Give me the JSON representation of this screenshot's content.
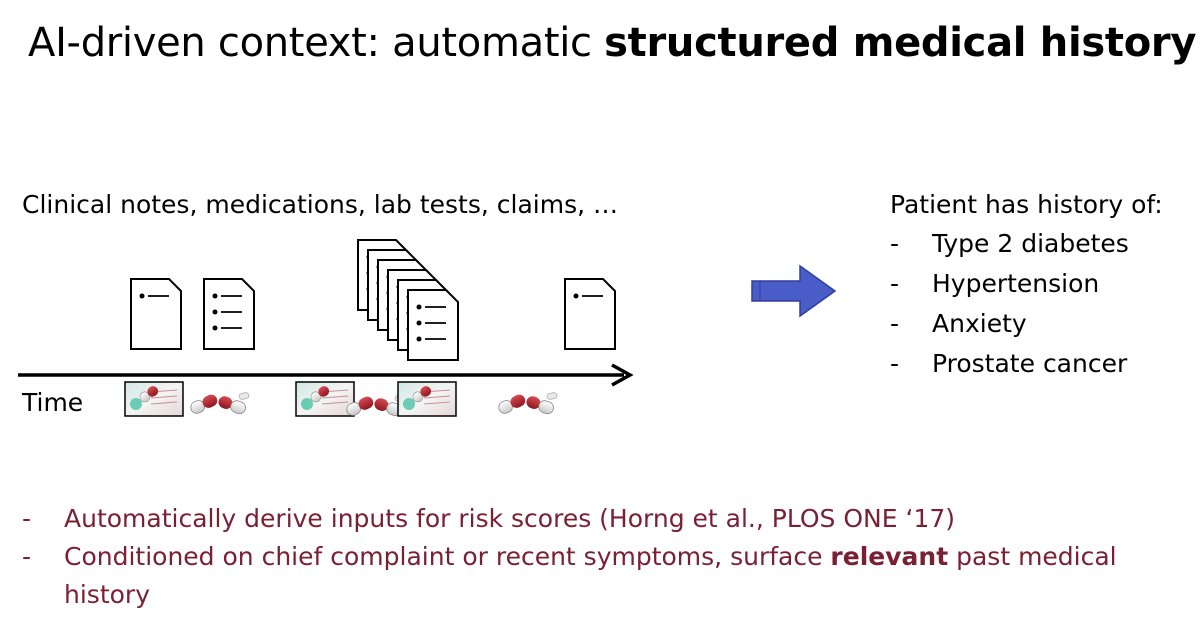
{
  "slide": {
    "title_prefix": "AI-driven context: automatic ",
    "title_bold": "structured medical history",
    "sources_heading": "Clinical notes, medications, lab tests, claims, …",
    "time_axis_label": "Time",
    "history_heading": "Patient has history of:",
    "history_items": [
      "Type 2 diabetes",
      "Hypertension",
      "Anxiety",
      "Prostate cancer"
    ],
    "list_dash": "-",
    "bullets": [
      {
        "before": "Automatically derive inputs for risk scores (Horng et al., PLOS ONE ‘17)",
        "bold": "",
        "after": ""
      },
      {
        "before": "Conditioned on chief complaint or recent symptoms, surface ",
        "bold": "relevant",
        "after": " past medical history"
      }
    ],
    "colors": {
      "bullet_text": "#7a2035",
      "arrow_fill": "#4a5cc7",
      "arrow_stroke": "#2f3f9e",
      "pill_red": "#b8232f",
      "pill_white": "#f2f2f2"
    },
    "icons": [
      "clinical-note-icon",
      "medication-pill-icon",
      "lab-test-icon",
      "right-arrow-icon",
      "timeline-arrow-icon"
    ]
  }
}
